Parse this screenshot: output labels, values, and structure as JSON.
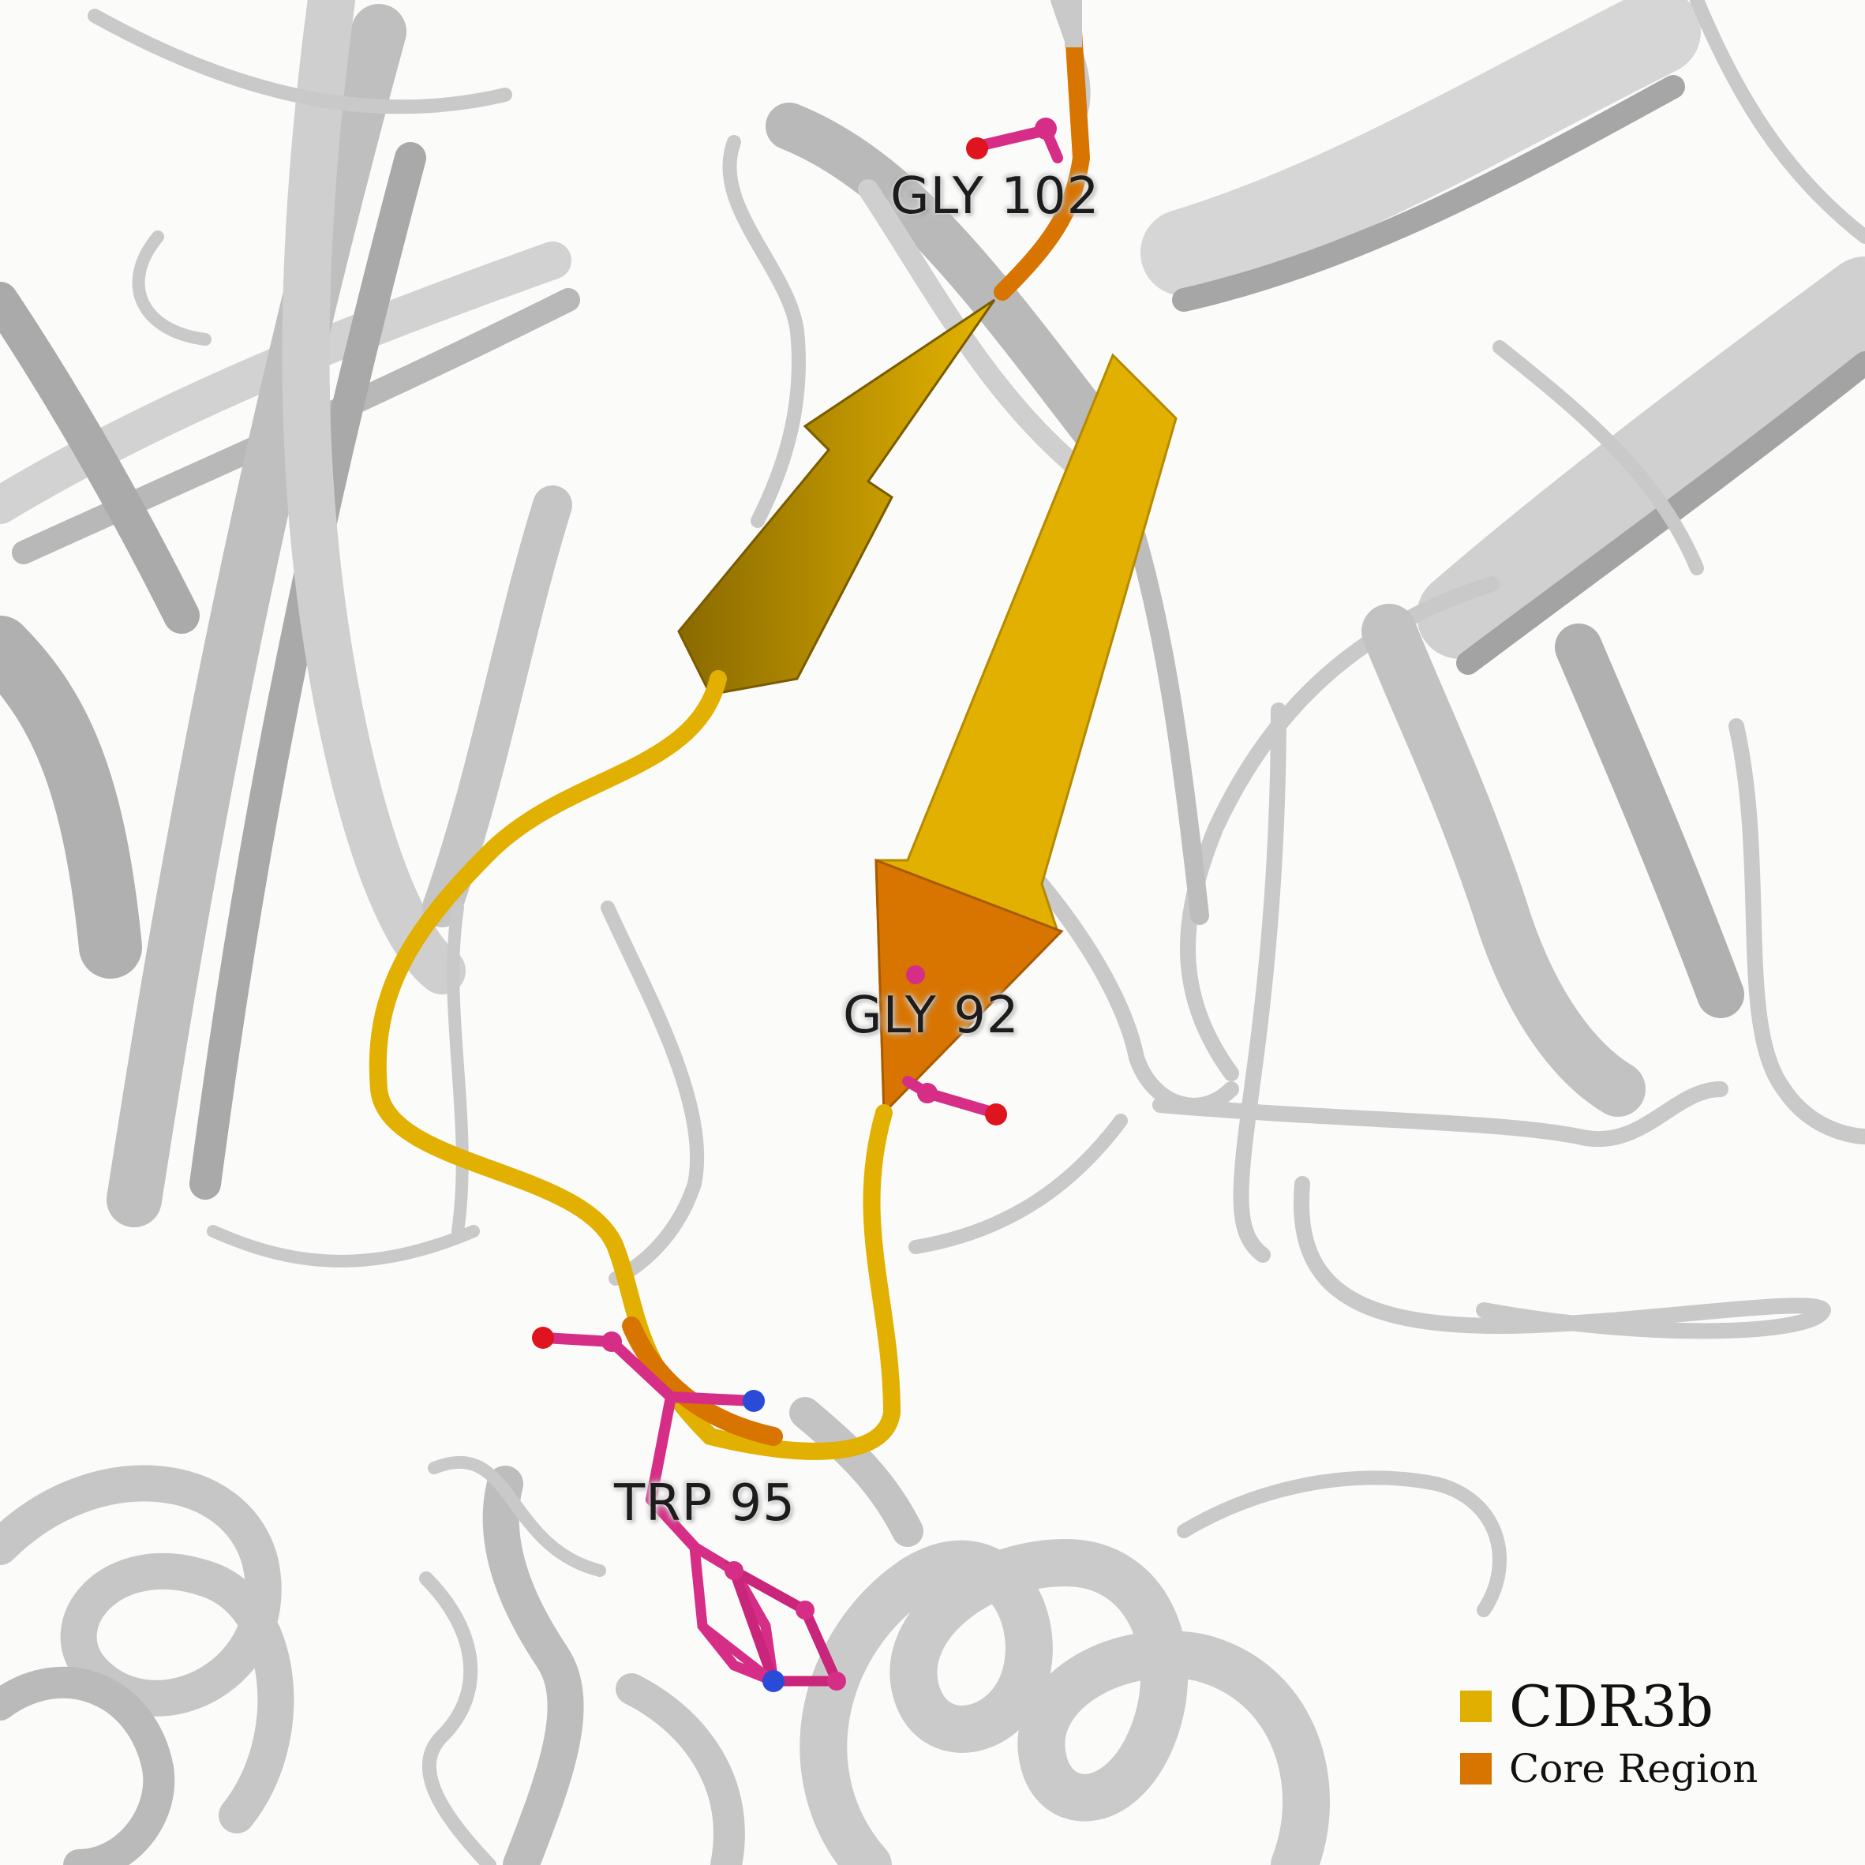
{
  "colors": {
    "background": "#fbfbfa",
    "protein": "#cdcdcd",
    "cdr3b": "#e0b000",
    "core_region": "#d87400",
    "residue_carbon": "#d62e86",
    "oxygen": "#e0141e",
    "nitrogen": "#2a4bd8"
  },
  "residue_labels": {
    "gly102": "GLY 102",
    "gly92": "GLY 92",
    "trp95": "TRP 95"
  },
  "legend": {
    "items": [
      {
        "label": "CDR3b",
        "color": "#e0b000",
        "style": "title"
      },
      {
        "label": "Core Region",
        "color": "#d87400",
        "style": "sub"
      }
    ]
  }
}
